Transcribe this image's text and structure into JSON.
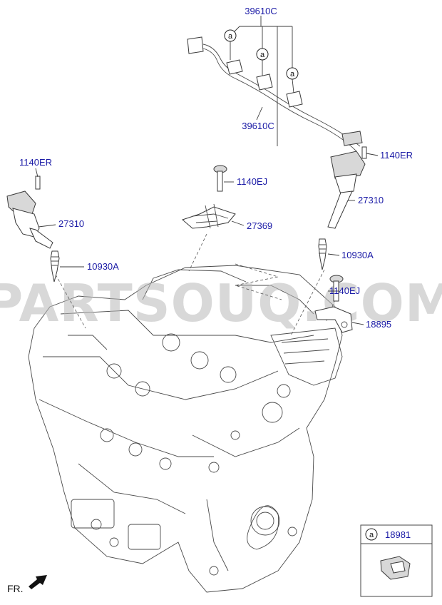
{
  "watermark": "PARTSOUQ.COM",
  "labels": {
    "harness_top": "39610C",
    "harness_bottom": "39610C",
    "bolt_left": "1140ER",
    "bolt_right": "1140ER",
    "coil_left": "27310",
    "coil_right": "27310",
    "bolt_center": "1140EJ",
    "bracket_center": "27369",
    "plug_left": "10930A",
    "plug_right": "10930A",
    "bolt_bracket": "1140EJ",
    "bracket_right": "18895"
  },
  "callout_letter": "a",
  "inset": {
    "letter": "a",
    "part": "18981"
  },
  "orientation_label": "FR."
}
